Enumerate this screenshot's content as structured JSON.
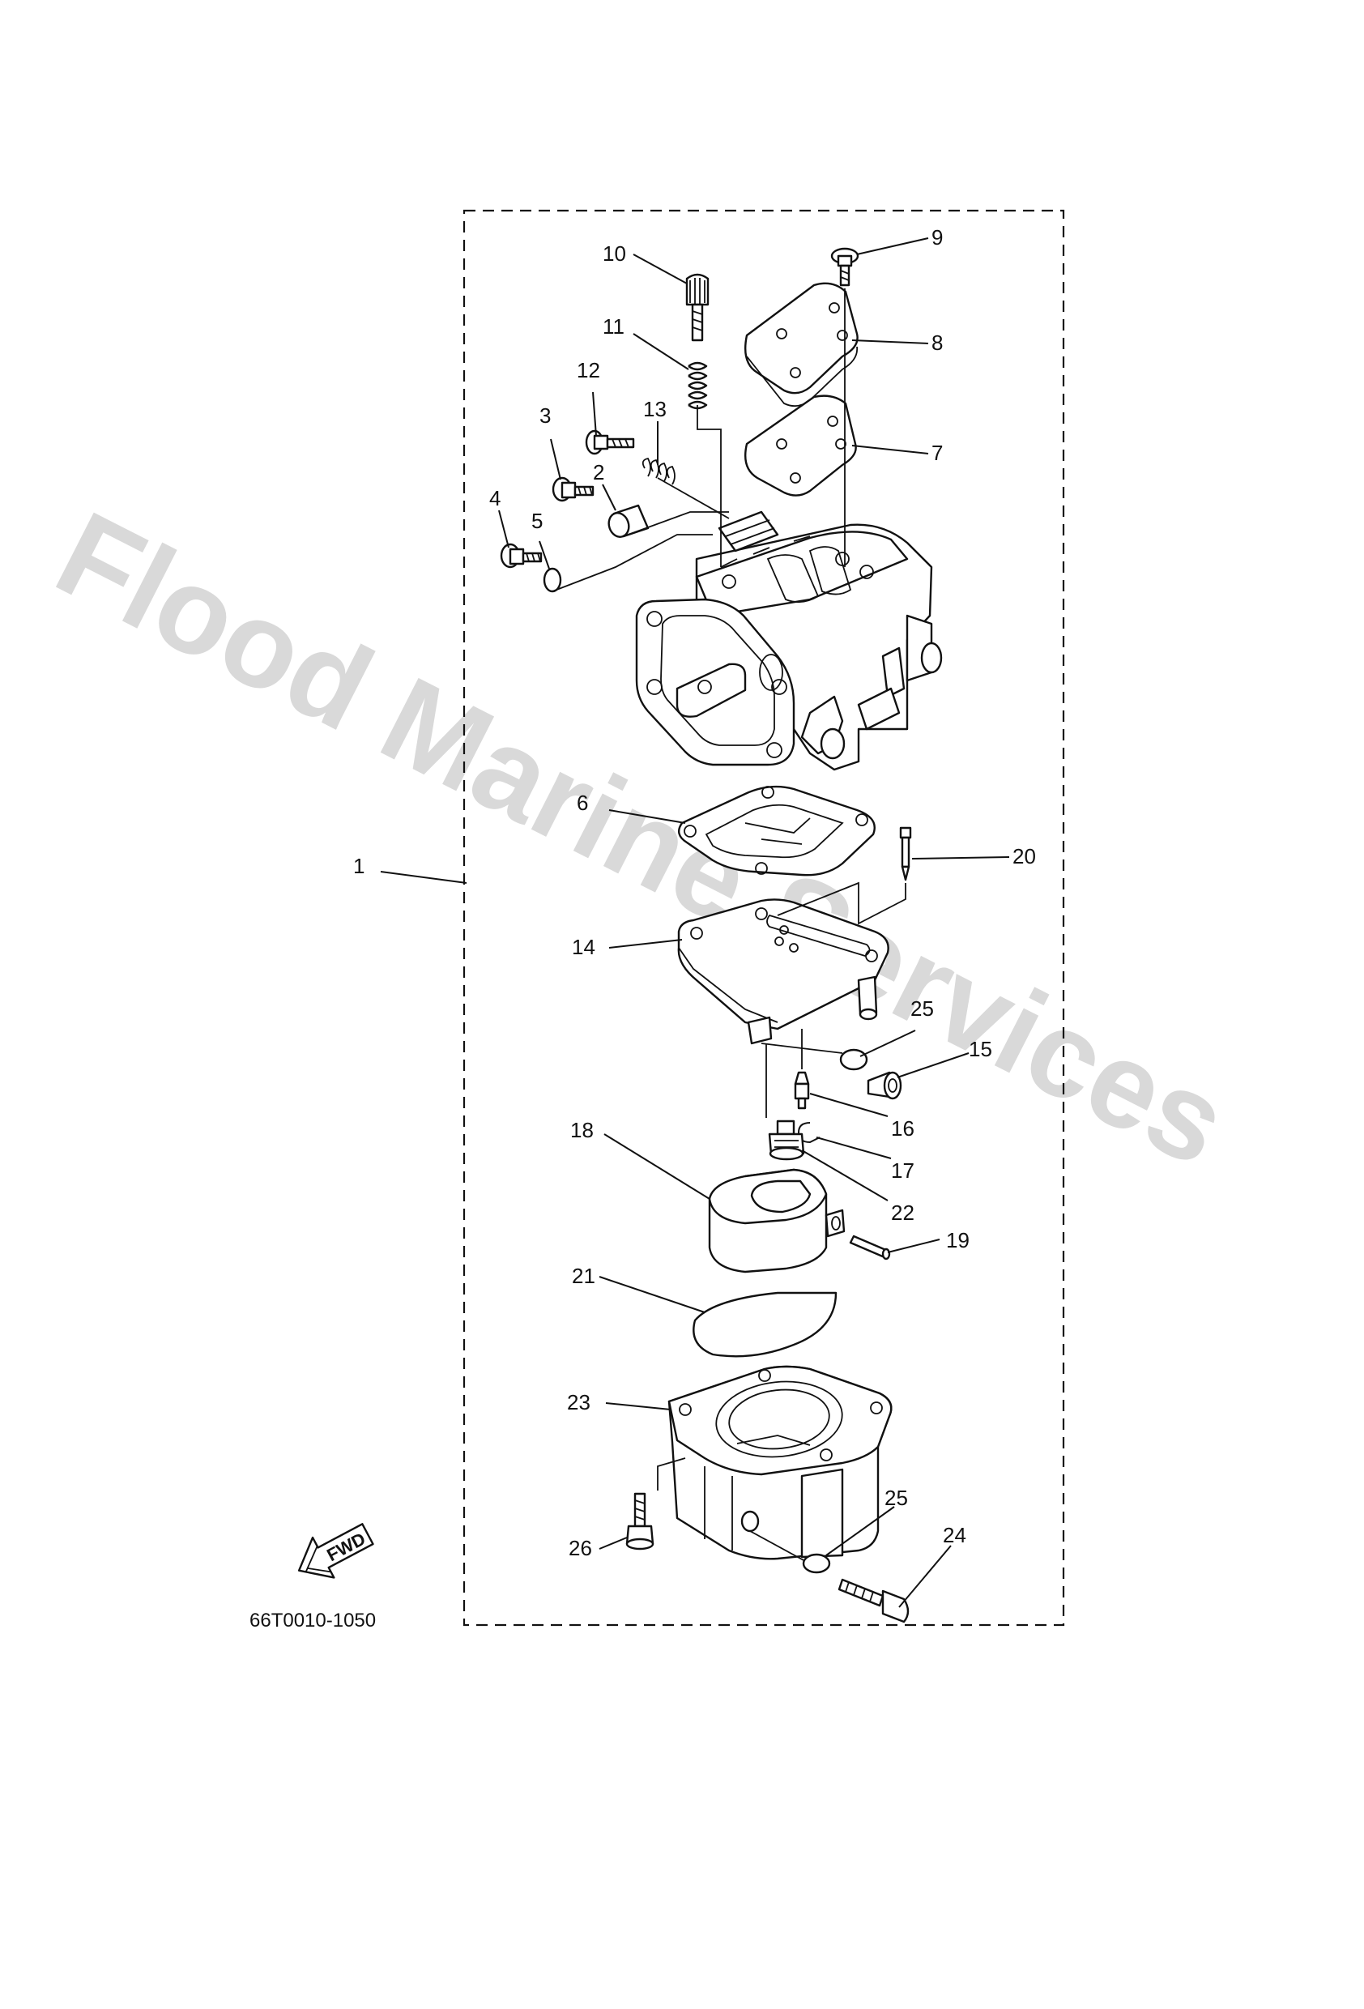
{
  "watermark": "Flood Marine Services",
  "diagram_code": "66T0010-1050",
  "fwd_label": "FWD",
  "callouts": {
    "c1": "1",
    "c2": "2",
    "c3": "3",
    "c4": "4",
    "c5": "5",
    "c6": "6",
    "c7": "7",
    "c8": "8",
    "c9": "9",
    "c10": "10",
    "c11": "11",
    "c12": "12",
    "c13": "13",
    "c14": "14",
    "c15": "15",
    "c16": "16",
    "c17": "17",
    "c18": "18",
    "c19": "19",
    "c20": "20",
    "c21": "21",
    "c22": "22",
    "c23": "23",
    "c24": "24",
    "c25a": "25",
    "c25b": "25",
    "c26": "26"
  },
  "colors": {
    "line": "#111111",
    "watermark": "#d9d9d9",
    "background": "#ffffff"
  }
}
